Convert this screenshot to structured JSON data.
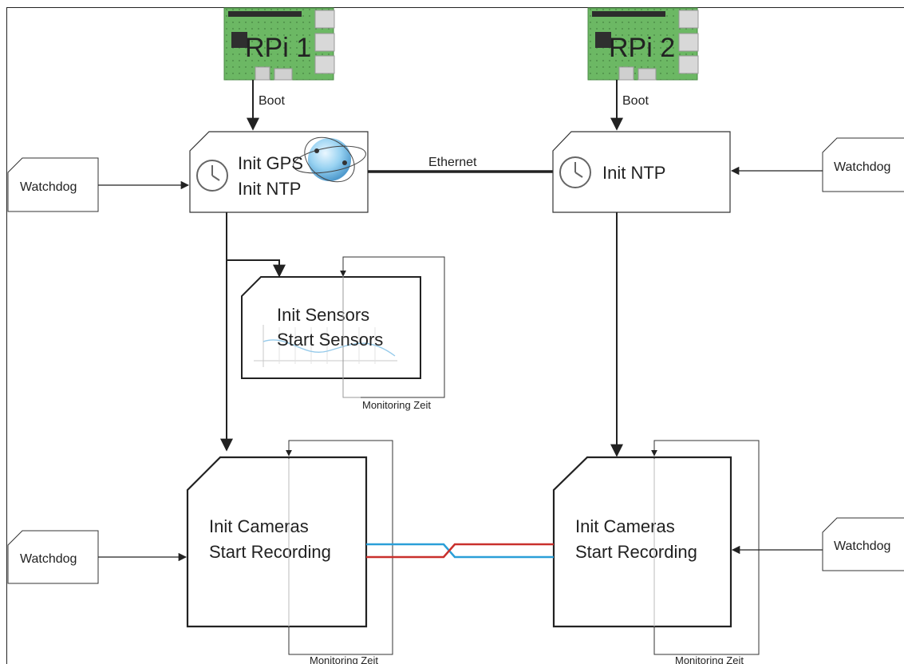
{
  "rpi1": {
    "label": "RPi 1",
    "edge_label": "Boot"
  },
  "rpi2": {
    "label": "RPi 2",
    "edge_label": "Boot"
  },
  "node_init_gps": {
    "line1": "Init GPS",
    "line2": "Init NTP"
  },
  "node_init_ntp": {
    "line1": "Init NTP"
  },
  "link_ethernet": {
    "label": "Ethernet"
  },
  "node_sensors": {
    "line1": "Init Sensors",
    "line2": "Start Sensors",
    "monitor_label": "Monitoring Zeit"
  },
  "node_cameras_left": {
    "line1": "Init Cameras",
    "line2": "Start Recording",
    "monitor_label": "Monitoring Zeit"
  },
  "node_cameras_right": {
    "line1": "Init Cameras",
    "line2": "Start Recording",
    "monitor_label": "Monitoring Zeit"
  },
  "watchdogs": {
    "top_left": "Watchdog",
    "top_right": "Watchdog",
    "bottom_left": "Watchdog",
    "bottom_right": "Watchdog"
  },
  "colors": {
    "line": "#222222",
    "board_green": "#5fa85a",
    "link_blue": "#2a9fd8",
    "link_red": "#c9302c",
    "monitor_gray": "#bbbbbb"
  }
}
